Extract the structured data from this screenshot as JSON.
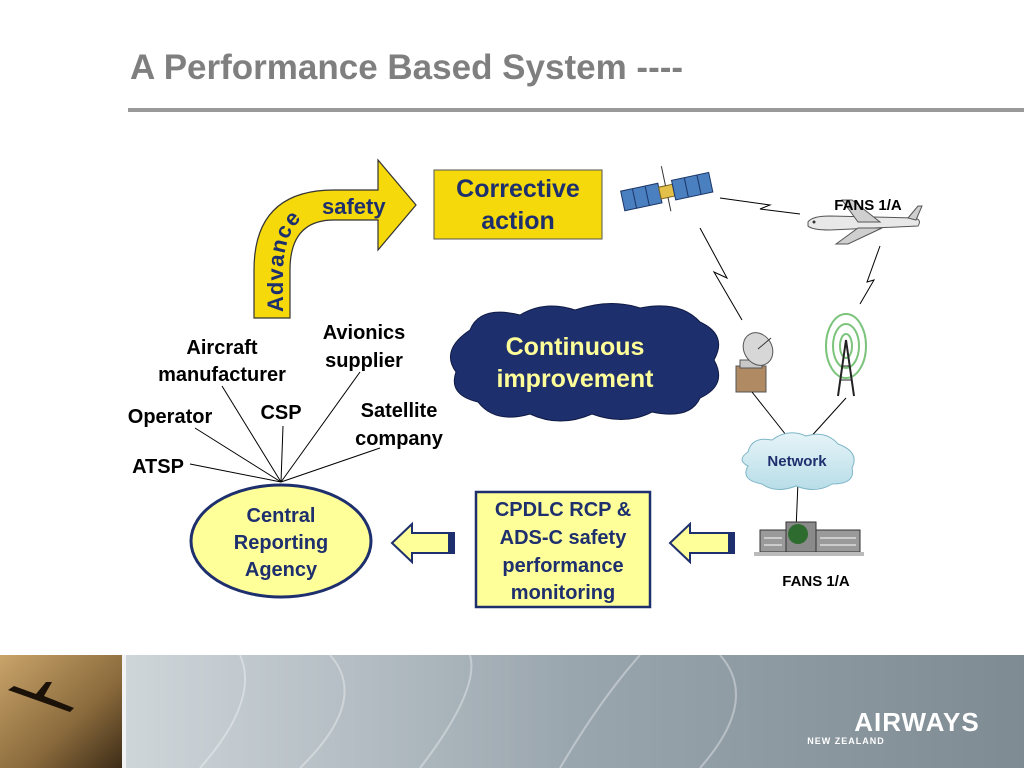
{
  "title": "A Performance Based System ----",
  "arrow": {
    "advance": "Advance",
    "safety": "safety"
  },
  "corrective_action": [
    "Corrective",
    "action"
  ],
  "continuous_improvement": [
    "Continuous",
    "improvement"
  ],
  "stakeholders": {
    "aircraft_manufacturer": [
      "Aircraft",
      "manufacturer"
    ],
    "avionics_supplier": [
      "Avionics",
      "supplier"
    ],
    "operator": "Operator",
    "csp": "CSP",
    "satellite_company": [
      "Satellite",
      "company"
    ],
    "atsp": "ATSP"
  },
  "central_reporting_agency": [
    "Central",
    "Reporting",
    "Agency"
  ],
  "monitoring": [
    "CPDLC RCP &",
    "ADS-C safety",
    "performance",
    "monitoring"
  ],
  "network": "Network",
  "fans_top": "FANS 1/A",
  "fans_bottom": "FANS 1/A",
  "brand": {
    "name": "AIRWAYS",
    "sub": "NEW ZEALAND"
  },
  "colors": {
    "yellow": "#f5d90a",
    "navy": "#1e2f6e",
    "title_grey": "#7f7f7f",
    "light_yellow": "#ffff99"
  }
}
